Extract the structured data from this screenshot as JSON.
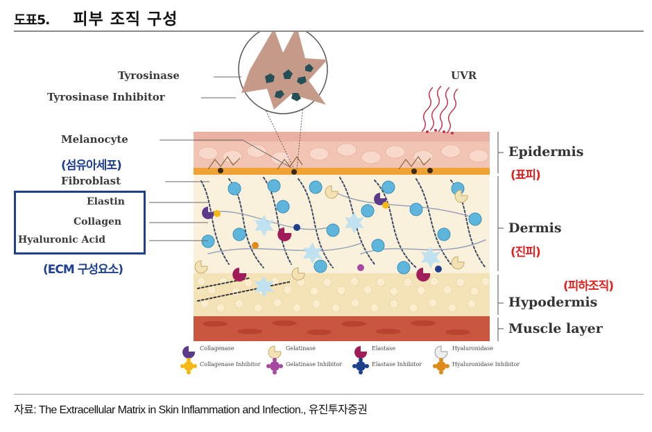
{
  "header": {
    "figure_number": "도표5.",
    "title": "피부 조직 구성"
  },
  "labels": {
    "tyrosinase": "Tyrosinase",
    "tyrosinase_inhibitor": "Tyrosinase Inhibitor",
    "uvr": "UVR",
    "melanocyte": "Melanocyte",
    "fibroblast": "Fibroblast",
    "elastin": "Elastin",
    "collagen": "Collagen",
    "hyaluronic_acid": "Hyaluronic Acid",
    "epidermis": "Epidermis",
    "dermis": "Dermis",
    "hypodermis": "Hypodermis",
    "muscle_layer": "Muscle layer"
  },
  "annotations": {
    "fibroblast_ko": "(섬유아세포)",
    "ecm_ko": "(ECM 구성요소)",
    "epidermis_ko": "(표피)",
    "dermis_ko": "(진피)",
    "hypodermis_ko": "(피하조직)"
  },
  "legend": [
    {
      "label": "Collagenase",
      "icon": "collagenase-icon",
      "color": "#5b3a8c"
    },
    {
      "label": "Gelatinase",
      "icon": "gelatinase-icon",
      "color": "#f3e2b5"
    },
    {
      "label": "Elastase",
      "icon": "elastase-icon",
      "color": "#a01d5a"
    },
    {
      "label": "Hyaluronidase",
      "icon": "hyaluronidase-icon",
      "color": "#eeeeee"
    },
    {
      "label": "Collagenase Inhibitor",
      "icon": "collagenase-inhibitor-icon",
      "color": "#f5b814"
    },
    {
      "label": "Gelatinase Inhibitor",
      "icon": "gelatinase-inhibitor-icon",
      "color": "#a64aa0"
    },
    {
      "label": "Elastase Inhibitor",
      "icon": "elastase-inhibitor-icon",
      "color": "#1d3f8c"
    },
    {
      "label": "Hyaluronidase Inhibitor",
      "icon": "hyaluronidase-inhibitor-icon",
      "color": "#e08a1a"
    }
  ],
  "colors": {
    "ecm_box": "#1f3f8a",
    "korean_blue": "#1f3f94",
    "korean_red": "#e0201e",
    "epidermis": "#f2c4b4",
    "dermis": "#f9f1dc",
    "hypodermis": "#f5e3b8",
    "muscle": "#c9563f",
    "cell_blue": "#5fb6dd"
  },
  "source": "자료: The Extracellular Matrix in Skin Inflammation and Infection., 유진투자증권"
}
